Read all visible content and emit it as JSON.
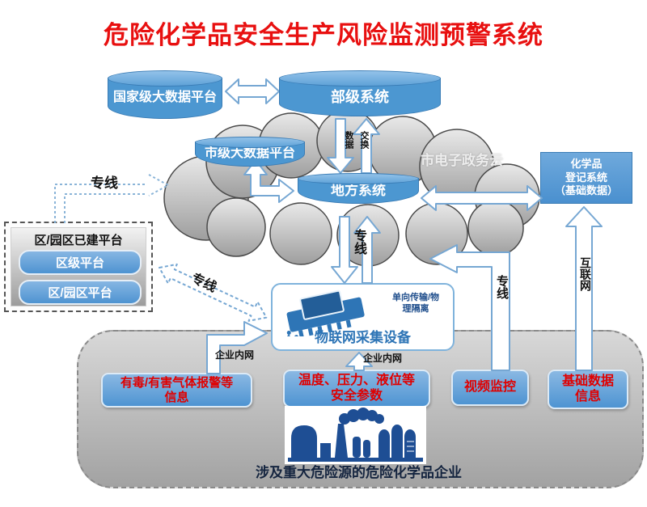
{
  "title": "危险化学品安全生产风险监测预警系统",
  "colors": {
    "title_red": "#e81010",
    "node_blue": "#4c97d1",
    "sensor_text_red": "#e00000",
    "iot_blue": "#2e75b6",
    "factory_navy": "#1e4e94",
    "cloud_gray": "#c7c7c7"
  },
  "nodes": {
    "national_platform": "国家级大数据平台",
    "ministry_system": "部级系统",
    "city_platform": "市级大数据平台",
    "local_system": "地方系统",
    "gov_cloud": "市电子政务云",
    "chem_registry": {
      "line1": "化学品",
      "line2": "登记系统",
      "line3": "（基础数据）"
    },
    "existing_panel": {
      "title": "区/园区已建平台",
      "district_platform": "区级平台",
      "park_platform": "区/园区平台"
    },
    "iot": {
      "label": "物联网采集设备",
      "note_line1": "单向传输/物",
      "note_line2": "理隔离"
    }
  },
  "links": {
    "data_exchange_col1": "数据",
    "data_exchange_col2": "交换",
    "dedicated_left": "专线",
    "dedicated_diagonal": "专线",
    "dedicated_center": "专线",
    "dedicated_right": "专线",
    "internet": "互联网",
    "intranet_left": "企业内网",
    "intranet_center": "企业内网"
  },
  "enterprise": {
    "toxic_line1": "有毒/有害气体报警等",
    "toxic_line2": "信息",
    "params_line1": "温度、压力、液位等",
    "params_line2": "安全参数",
    "video": "视频监控",
    "basic_line1": "基础数据",
    "basic_line2": "信息",
    "caption": "涉及重大危险源的危险化学品企业"
  }
}
